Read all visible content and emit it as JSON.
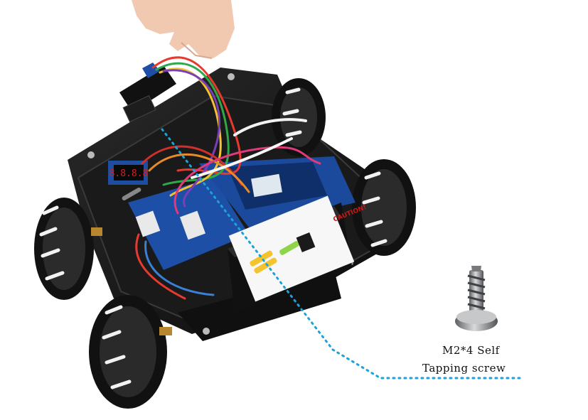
{
  "scene": {
    "subject": "robot-car-kit-with-mecanum-wheels",
    "background_color": "#ffffff",
    "leader_line_color": "#1aa3d9"
  },
  "callout": {
    "line1": "M2*4 Self",
    "line2": "Tapping screw"
  },
  "module_labels": {
    "display_digits": "8.8.8.8",
    "warning_label": "CAUTION!"
  }
}
